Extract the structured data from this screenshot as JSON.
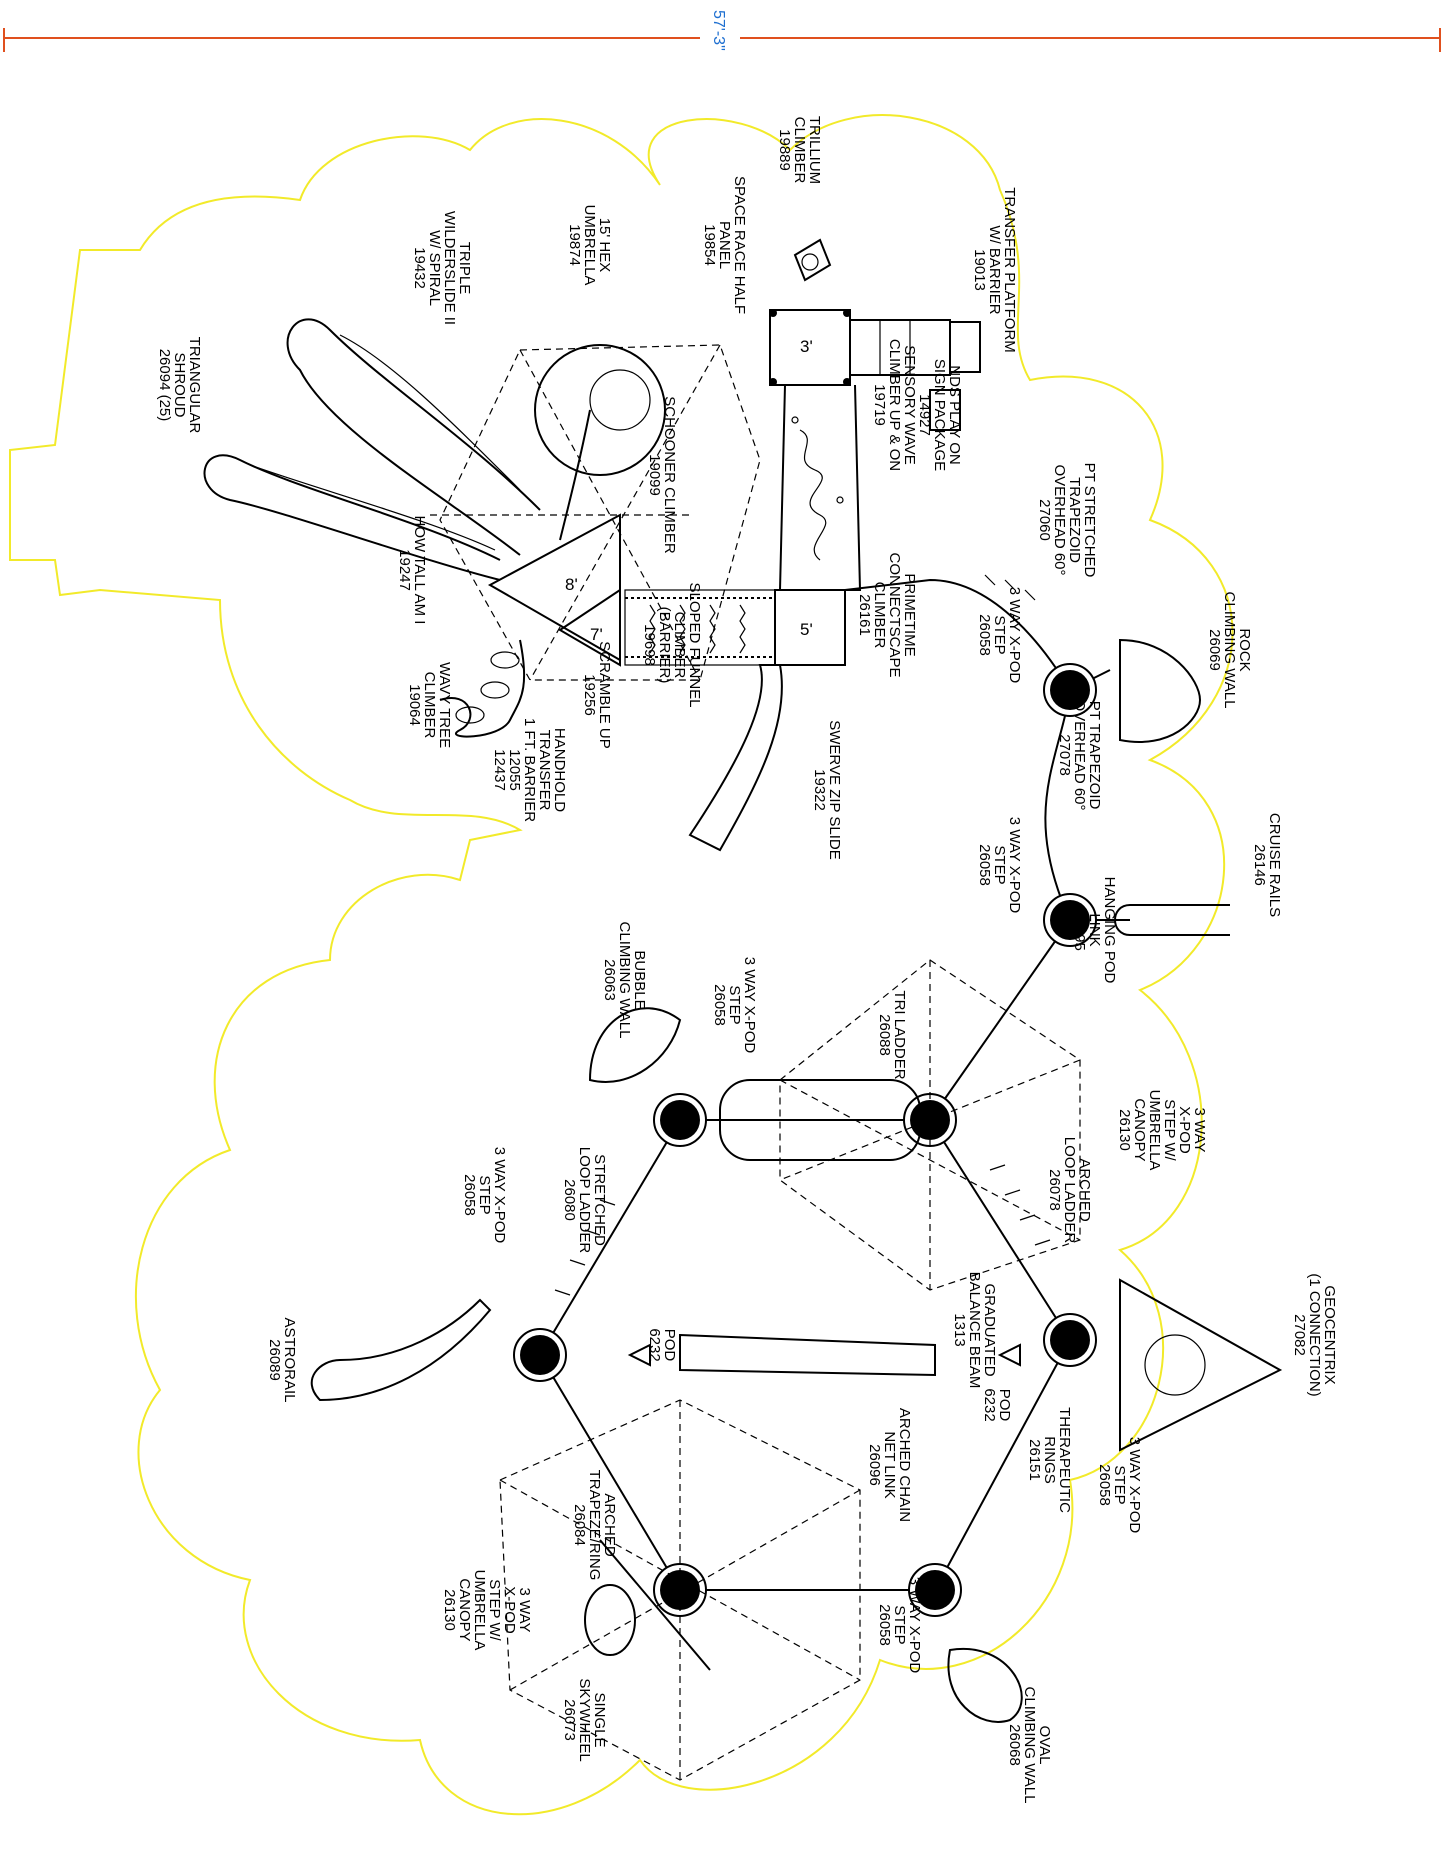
{
  "dimension": {
    "width_label": "57'-3\"",
    "line_color": "#e0501e",
    "text_color": "#1e6fd0"
  },
  "boundary_color": "#f2ea2a",
  "deck_heights": [
    "3'",
    "8'",
    "7'",
    "5'"
  ],
  "labels": [
    {
      "id": "trillium",
      "lines": [
        "TRILLIUM",
        "CLIMBER",
        "19889"
      ]
    },
    {
      "id": "transfer-platform",
      "lines": [
        "TRANSFER PLATFORM",
        "W/ BARRIER",
        "19013"
      ]
    },
    {
      "id": "hex-umbrella",
      "lines": [
        "15' HEX",
        "UMBRELLA",
        "19874"
      ]
    },
    {
      "id": "space-race",
      "lines": [
        "SPACE RACE HALF",
        "PANEL",
        "19854"
      ]
    },
    {
      "id": "triple-slide",
      "lines": [
        "TRIPLE",
        "WILDERSLIDE II",
        "W/ SPIRAL",
        "19432"
      ]
    },
    {
      "id": "triangular-shroud",
      "lines": [
        "TRIANGULAR",
        "SHROUD",
        "26094 (25)"
      ]
    },
    {
      "id": "nds-sign",
      "lines": [
        "NDS PLAY ON",
        "SIGN PACKAGE",
        "14927"
      ]
    },
    {
      "id": "sensory-wave",
      "lines": [
        "SENSORY WAVE",
        "CLIMBER UP & ON",
        "19719"
      ]
    },
    {
      "id": "schooner",
      "lines": [
        "SCHOONER CLIMBER",
        "19099"
      ]
    },
    {
      "id": "pt-stretched",
      "lines": [
        "PT STRETCHED",
        "TRAPEZOID",
        "OVERHEAD 60°",
        "27060"
      ]
    },
    {
      "id": "rock-wall",
      "lines": [
        "ROCK",
        "CLIMBING WALL",
        "26069"
      ]
    },
    {
      "id": "xpod-1",
      "lines": [
        "3 WAY X-POD",
        "STEP",
        "26058"
      ]
    },
    {
      "id": "connectscape",
      "lines": [
        "PRIMETIME",
        "CONNECTSCAPE",
        "CLIMBER",
        "26161"
      ]
    },
    {
      "id": "how-tall",
      "lines": [
        "HOW TALL AM I",
        "19247"
      ]
    },
    {
      "id": "wavy-tree",
      "lines": [
        "WAVY TREE",
        "CLIMBER",
        "19064"
      ]
    },
    {
      "id": "scramble-up",
      "lines": [
        "SCRAMBLE UP",
        "19256"
      ]
    },
    {
      "id": "sloped-funnel",
      "lines": [
        "SLOPED FUNNEL",
        "CLIMBER",
        "(BARRIER)",
        "19698"
      ]
    },
    {
      "id": "handhold",
      "lines": [
        "HANDHOLD",
        "TRANSFER",
        "1 FT. BARRIER",
        "12055",
        "12437"
      ]
    },
    {
      "id": "swerve-zip",
      "lines": [
        "SWERVE ZIP SLIDE",
        "19322"
      ]
    },
    {
      "id": "pt-trapezoid",
      "lines": [
        "PT TRAPEZOID",
        "OVERHEAD 60°",
        "27078"
      ]
    },
    {
      "id": "xpod-2",
      "lines": [
        "3 WAY X-POD",
        "STEP",
        "26058"
      ]
    },
    {
      "id": "cruise-rails",
      "lines": [
        "CRUISE RAILS",
        "26146"
      ]
    },
    {
      "id": "hanging-pod",
      "lines": [
        "HANGING POD",
        "LINK",
        "26095"
      ]
    },
    {
      "id": "bubble-wall",
      "lines": [
        "BUBBLE",
        "CLIMBING WALL",
        "26063"
      ]
    },
    {
      "id": "xpod-3",
      "lines": [
        "3 WAY X-POD",
        "STEP",
        "26058"
      ]
    },
    {
      "id": "tri-ladder",
      "lines": [
        "TRI LADDER",
        "26088"
      ]
    },
    {
      "id": "canopy-1",
      "lines": [
        "3 WAY",
        "X-POD",
        "STEP W/",
        "UMBRELLA",
        "CANOPY",
        "26130"
      ]
    },
    {
      "id": "stretched-loop",
      "lines": [
        "STRETCHED",
        "LOOP LADDER",
        "26080"
      ]
    },
    {
      "id": "xpod-4",
      "lines": [
        "3 WAY X-POD",
        "STEP",
        "26058"
      ]
    },
    {
      "id": "arched-loop",
      "lines": [
        "ARCHED",
        "LOOP LADDER",
        "26078"
      ]
    },
    {
      "id": "geocentrix",
      "lines": [
        "GEOCENTRIX",
        "(1 CONNECTION)",
        "27082"
      ]
    },
    {
      "id": "pod-1",
      "lines": [
        "POD",
        "6232"
      ]
    },
    {
      "id": "graduated-beam",
      "lines": [
        "GRADUATED",
        "BALANCE BEAM",
        "1313"
      ]
    },
    {
      "id": "pod-2",
      "lines": [
        "POD",
        "6232"
      ]
    },
    {
      "id": "astrorail",
      "lines": [
        "ASTRORAIL",
        "26089"
      ]
    },
    {
      "id": "therapeutic-rings",
      "lines": [
        "THERAPEUTIC",
        "RINGS",
        "26151"
      ]
    },
    {
      "id": "xpod-5",
      "lines": [
        "3 WAY X-POD",
        "STEP",
        "26058"
      ]
    },
    {
      "id": "arched-chain",
      "lines": [
        "ARCHED CHAIN",
        "NET LINK",
        "26096"
      ]
    },
    {
      "id": "arched-trapeze",
      "lines": [
        "ARCHED",
        "TRAPEZE/RING",
        "26084"
      ]
    },
    {
      "id": "canopy-2",
      "lines": [
        "3 WAY",
        "X-POD",
        "STEP W/",
        "UMBRELLA",
        "CANOPY",
        "26130"
      ]
    },
    {
      "id": "xpod-6",
      "lines": [
        "3 WAY X-POD",
        "STEP",
        "26058"
      ]
    },
    {
      "id": "oval-wall",
      "lines": [
        "OVAL",
        "CLIMBING WALL",
        "26068"
      ]
    },
    {
      "id": "skywheel",
      "lines": [
        "SINGLE",
        "SKYWHEEL",
        "26073"
      ]
    }
  ]
}
